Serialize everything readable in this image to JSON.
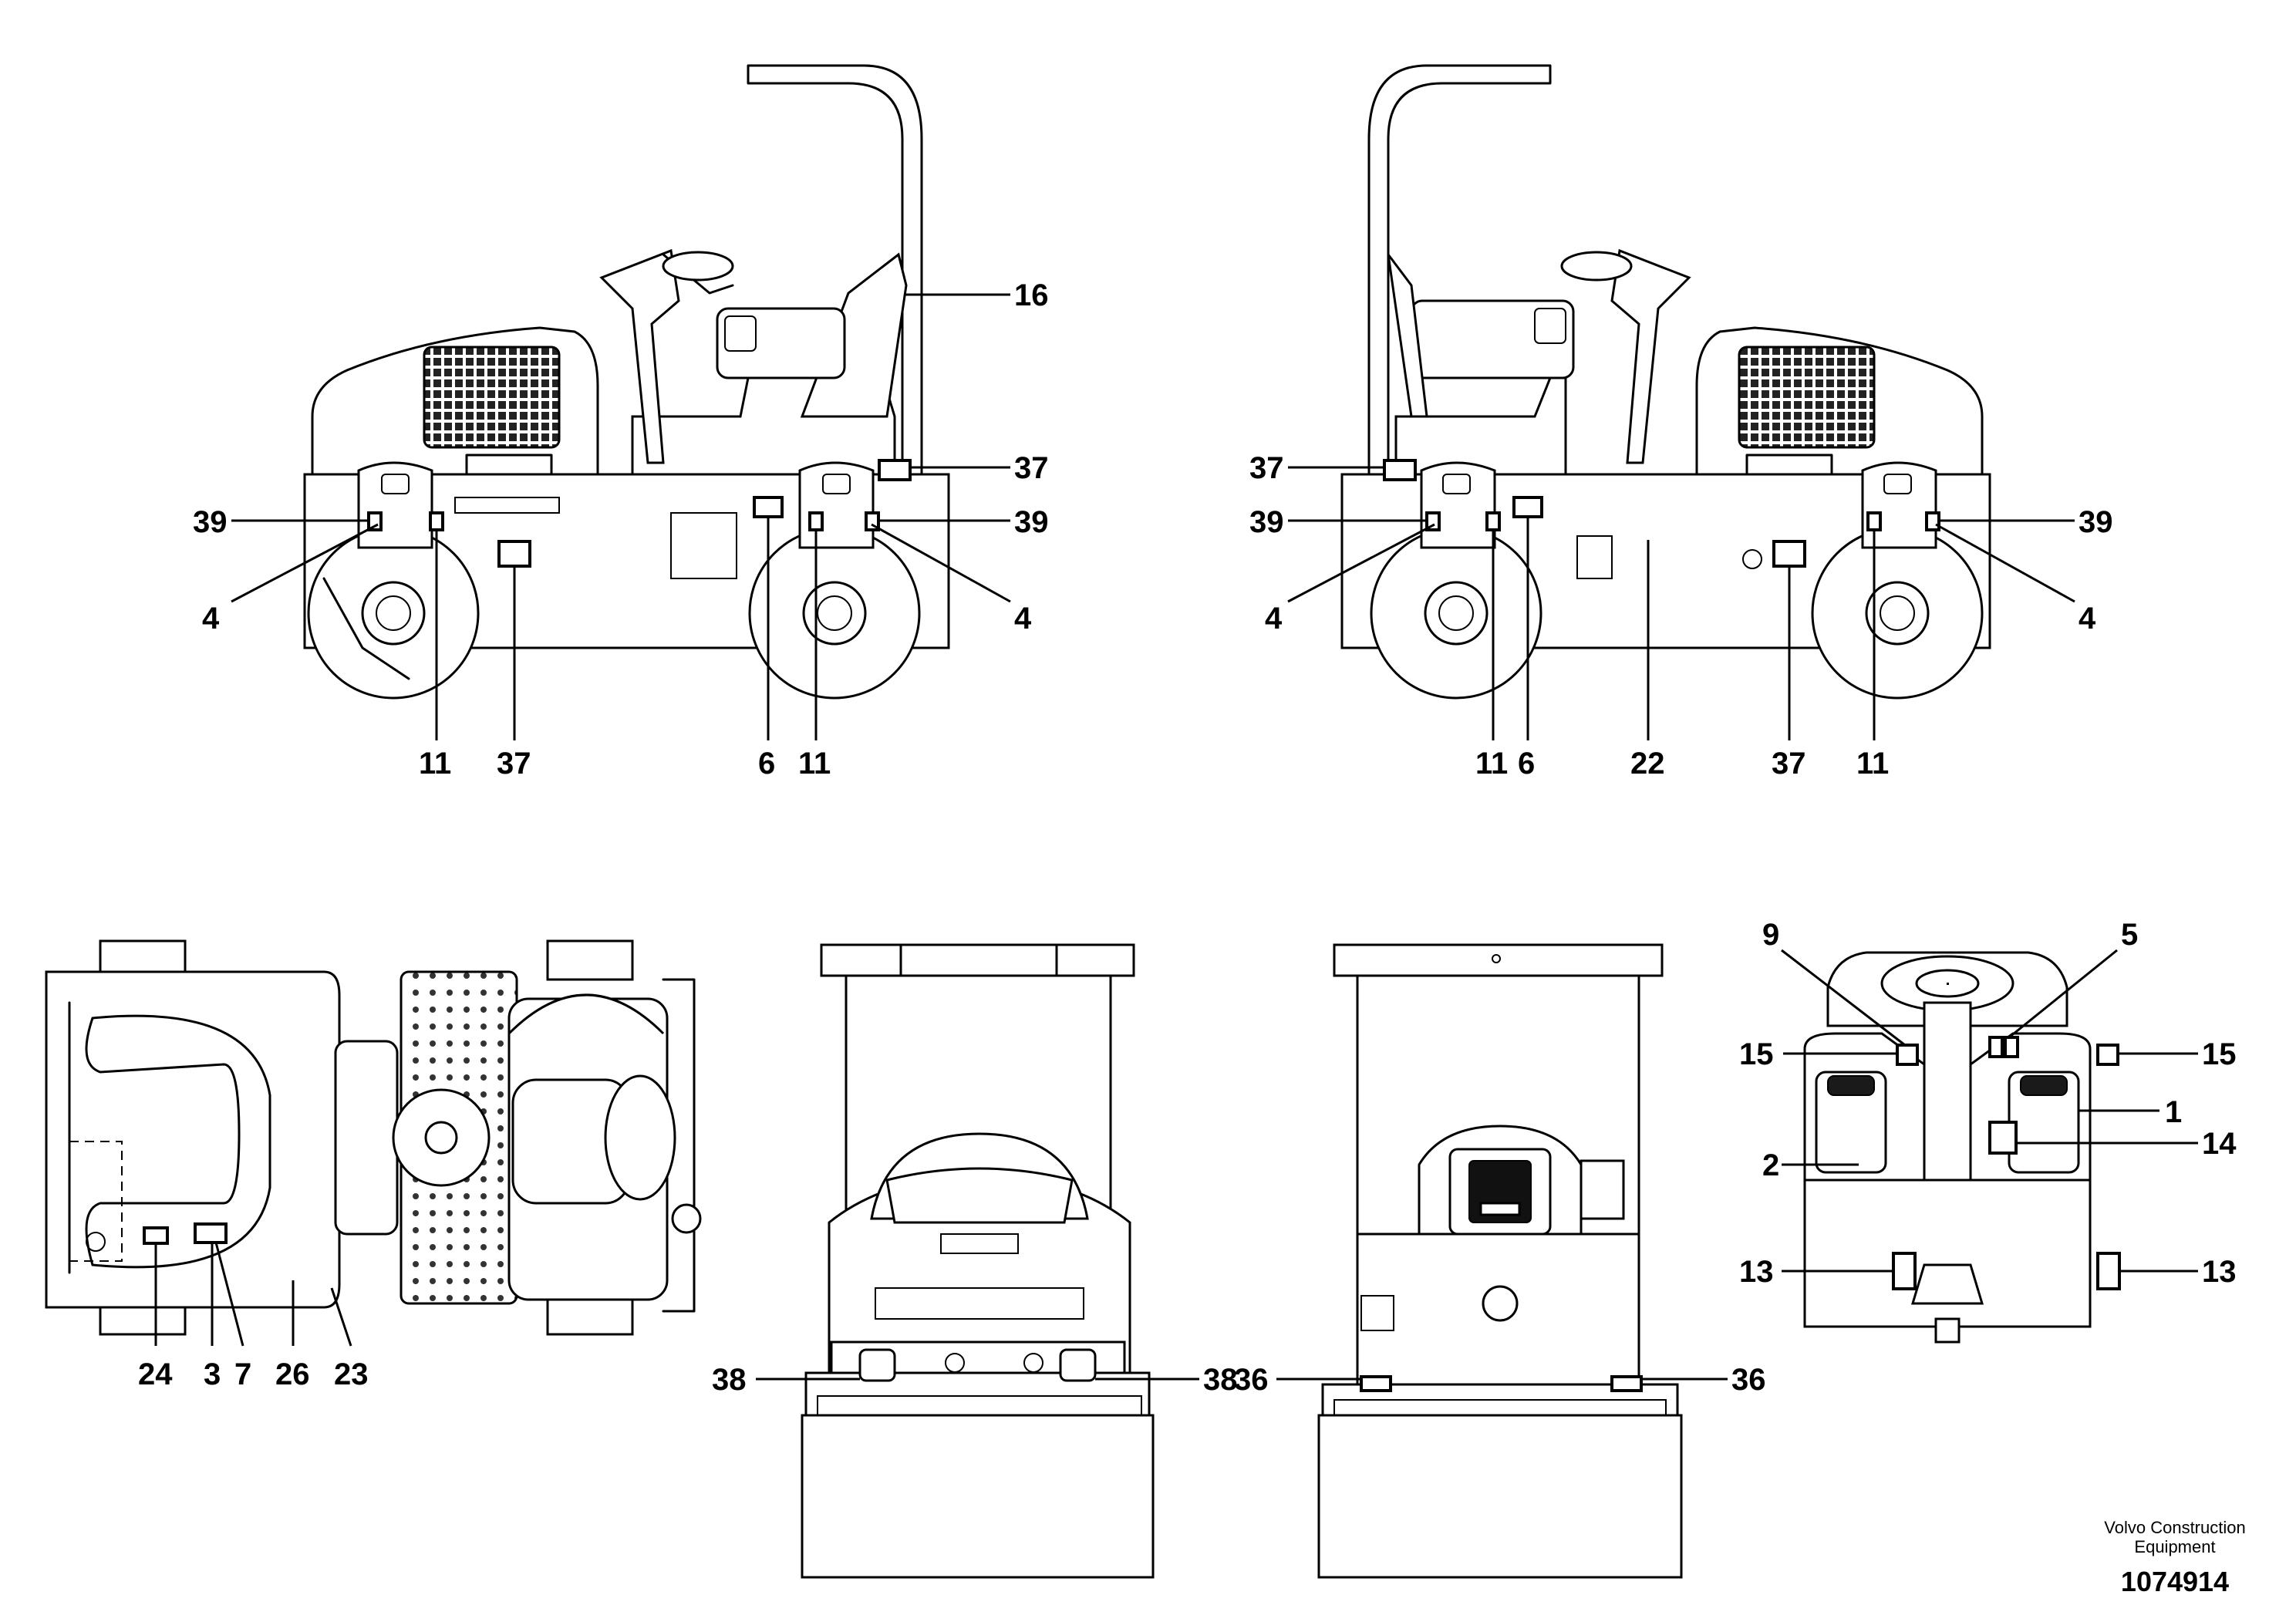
{
  "diagram": {
    "callouts": {
      "c16": "16",
      "c37a": "37",
      "c39a": "39",
      "c39b": "39",
      "c4a": "4",
      "c4b": "4",
      "c11a": "11",
      "c37b": "37",
      "c6a": "6",
      "c11b": "11",
      "c37c": "37",
      "c39c": "39",
      "c4c": "4",
      "c11c": "11",
      "c6b": "6",
      "c22": "22",
      "c37d": "37",
      "c11d": "11",
      "c39d": "39",
      "c4d": "4",
      "c24": "24",
      "c3": "3",
      "c7": "7",
      "c26": "26",
      "c23": "23",
      "c38a": "38",
      "c38b": "38",
      "c36a": "36",
      "c36b": "36",
      "c9": "9",
      "c5": "5",
      "c15a": "15",
      "c15b": "15",
      "c1": "1",
      "c14": "14",
      "c2": "2",
      "c13a": "13",
      "c13b": "13"
    },
    "footer": {
      "brand_line1": "Volvo Construction",
      "brand_line2": "Equipment",
      "part_number": "1074914"
    }
  }
}
